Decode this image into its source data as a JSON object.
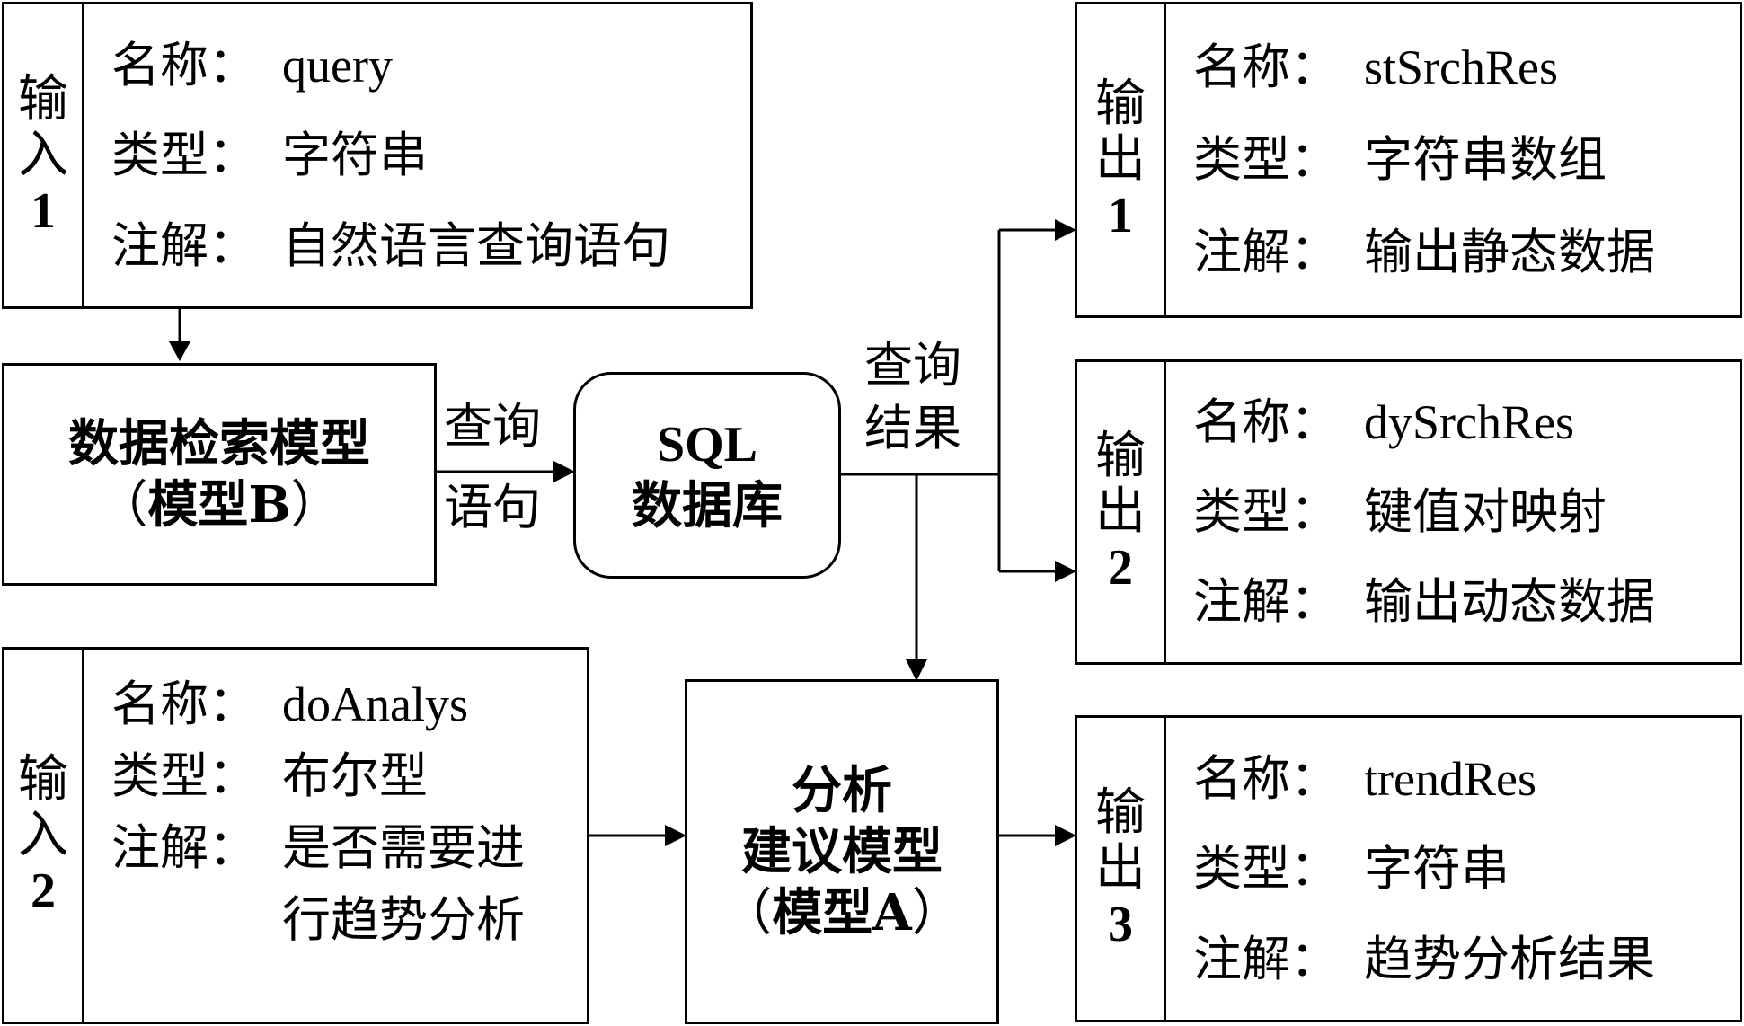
{
  "input1": {
    "tag_chars": [
      "输",
      "入"
    ],
    "tag_num": "1",
    "name_key": "名称：",
    "name_val": "query",
    "type_key": "类型：",
    "type_val": "字符串",
    "note_key": "注解：",
    "note_val": "自然语言查询语句"
  },
  "input2": {
    "tag_chars": [
      "输",
      "入"
    ],
    "tag_num": "2",
    "name_key": "名称：",
    "name_val": "doAnalys",
    "type_key": "类型：",
    "type_val": "布尔型",
    "note_key": "注解：",
    "note_val_line1": "是否需要进",
    "note_val_line2": "行趋势分析"
  },
  "output1": {
    "tag_chars": [
      "输",
      "出"
    ],
    "tag_num": "1",
    "name_key": "名称：",
    "name_val": "stSrchRes",
    "type_key": "类型：",
    "type_val": "字符串数组",
    "note_key": "注解：",
    "note_val": "输出静态数据"
  },
  "output2": {
    "tag_chars": [
      "输",
      "出"
    ],
    "tag_num": "2",
    "name_key": "名称：",
    "name_val": "dySrchRes",
    "type_key": "类型：",
    "type_val": "键值对映射",
    "note_key": "注解：",
    "note_val": "输出动态数据"
  },
  "output3": {
    "tag_chars": [
      "输",
      "出"
    ],
    "tag_num": "3",
    "name_key": "名称：",
    "name_val": "trendRes",
    "type_key": "类型：",
    "type_val": "字符串",
    "note_key": "注解：",
    "note_val": "趋势分析结果"
  },
  "model_b": {
    "line1": "数据检索模型",
    "line2_open": "（",
    "line2_text": "模型B",
    "line2_close": "）"
  },
  "sql_db": {
    "line1": "SQL",
    "line2": "数据库"
  },
  "model_a": {
    "line1": "分析",
    "line2": "建议模型",
    "line3_open": "（",
    "line3_text": "模型A",
    "line3_close": "）"
  },
  "edge_labels": {
    "query_stmt_line1": "查询",
    "query_stmt_line2": "语句",
    "query_result_line1": "查询",
    "query_result_line2": "结果"
  },
  "colors": {
    "stroke": "#000000",
    "background": "#ffffff"
  }
}
